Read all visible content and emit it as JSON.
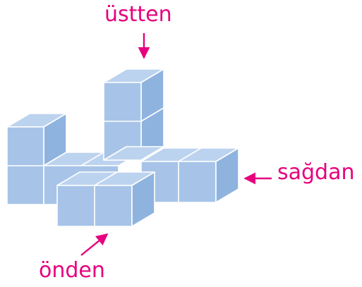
{
  "labels": {
    "top": "üstten",
    "right": "sağdan",
    "front": "önden"
  },
  "colors": {
    "accent": "#e6007e",
    "cube_front": "#a7c4e8",
    "cube_top": "#bcd3ef",
    "cube_side": "#8fb3df",
    "edge": "#ffffff"
  }
}
